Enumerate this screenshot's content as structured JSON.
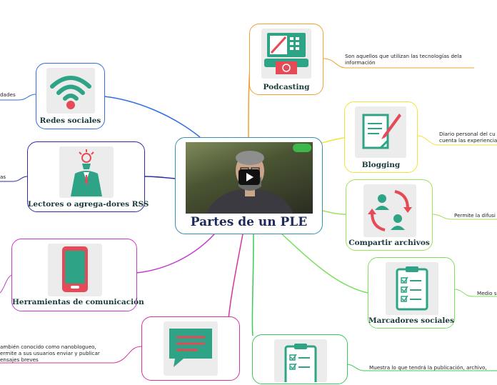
{
  "center": {
    "title": "Partes de un PLE"
  },
  "nodes": {
    "podcasting": {
      "label": "Podcasting",
      "color": "#f2a033"
    },
    "blogging": {
      "label": "Blogging",
      "color": "#f0e43a"
    },
    "compartir": {
      "label": "Compartir archivos",
      "color": "#9be35b"
    },
    "marcadores": {
      "label": "Marcadores sociales",
      "color": "#78e05b"
    },
    "redes": {
      "label": "Redes sociales",
      "color": "#2f6fe0"
    },
    "lectores": {
      "label": "Lectores o agrega-dores RSS",
      "color": "#2e2aa6"
    },
    "herramientas": {
      "label": "Herramientas de comunicación",
      "color": "#c43ad0"
    }
  },
  "notes": {
    "podcasting_1": "Son aquellos que utilizan las tecnologías dela",
    "podcasting_2": "información",
    "blogging_1": "Diario personal del cu",
    "blogging_2": "cuenta las experiencia",
    "compartir_1": "Permite la difusi",
    "marcadores_1": "Medio s",
    "bottom_1": "Muestra lo que tendrá la publicación, archivo,",
    "redes_1": "dades",
    "lectores_1": "as",
    "micro_1": "ambién conocido como nanoblogueo,",
    "micro_2": "ermite a sus usuarios enviar y publicar",
    "micro_3": "ensajes breves"
  },
  "icons": {
    "podcasting": "atm-media-icon",
    "blogging": "notepad-pen-icon",
    "compartir": "share-users-icon",
    "marcadores": "checklist-icon",
    "redes": "wifi-icon",
    "lectores": "user-idea-icon",
    "herramientas": "tablet-icon",
    "micro": "chat-bubble-icon",
    "bottom": "checklist-icon"
  }
}
